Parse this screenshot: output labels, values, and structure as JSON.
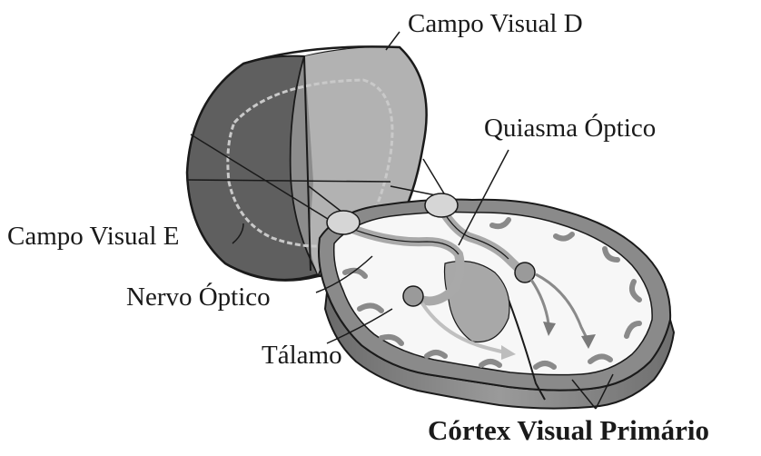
{
  "labels": {
    "campo_visual_d": "Campo Visual  D",
    "quiasma_optico": "Quiasma Óptico",
    "campo_visual_e": "Campo Visual  E",
    "nervo_optico": "Nervo Óptico",
    "talamo": "Tálamo",
    "cortex_visual_primario": "Córtex Visual Primário"
  },
  "colors": {
    "field_dark": "#5f5f5f",
    "field_mid": "#8c8c8c",
    "field_light": "#b4b4b4",
    "brain_white_matter": "#f7f7f7",
    "brain_gray_matter": "#8a8a8a",
    "pathway": "#a9a9a9",
    "line": "#1a1a1a"
  }
}
